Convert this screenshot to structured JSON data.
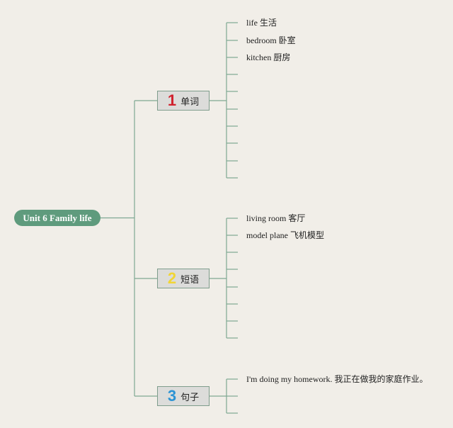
{
  "root": {
    "label": "Unit 6 Family life"
  },
  "branches": [
    {
      "number": "1",
      "label": "单词",
      "color": "#d0232f",
      "leaves": [
        "life 生活",
        "bedroom 卧室",
        "kitchen 厨房"
      ]
    },
    {
      "number": "2",
      "label": "短语",
      "color": "#f1d534",
      "leaves": [
        "living room 客厅",
        "model plane 飞机模型"
      ]
    },
    {
      "number": "3",
      "label": "句子",
      "color": "#2b93d4",
      "leaves": [
        "I'm doing my homework. 我正在做我的家庭作业。"
      ]
    }
  ],
  "colors": {
    "line": "#7fa892",
    "root_fill": "#5f9b7d",
    "background": "#f1eee8"
  }
}
